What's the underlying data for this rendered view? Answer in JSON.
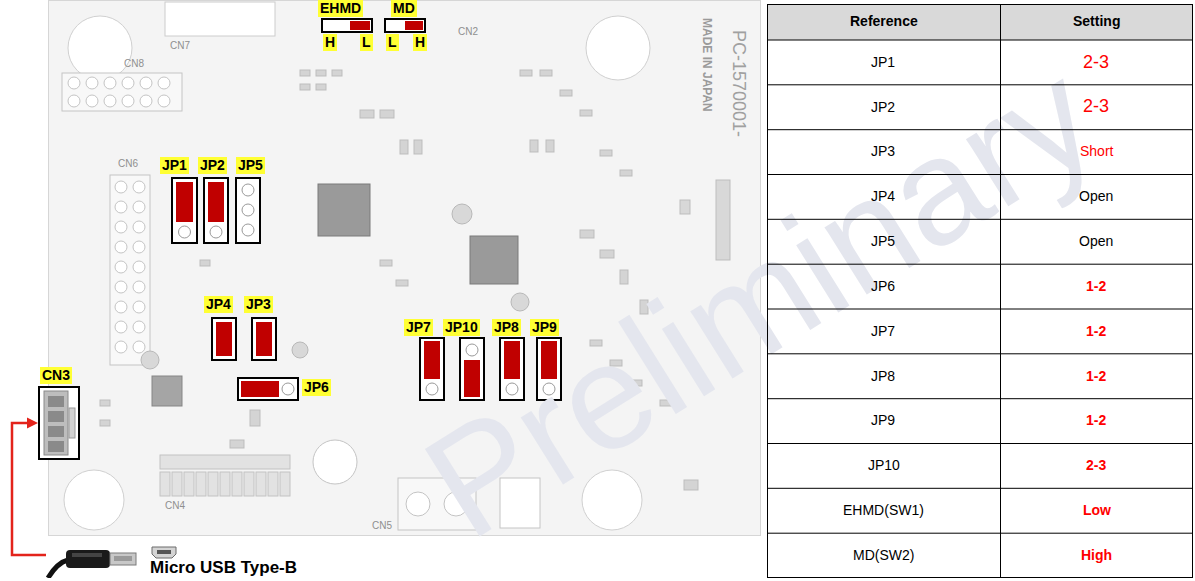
{
  "diagram": {
    "nodes": [
      {
        "text": [
          "CN3"
        ]
      },
      {
        "text": [
          "Micro USB Type-B"
        ]
      }
    ],
    "edges": [
      {
        "from": 1,
        "to": 0,
        "arrow": "to"
      }
    ],
    "labels": [
      "EHMD",
      "MD",
      "H",
      "L",
      "L",
      "H",
      "JP1",
      "JP2",
      "JP5",
      "JP4",
      "JP3",
      "JP6",
      "JP7",
      "JP10",
      "JP8",
      "JP9",
      "MADE IN JAPAN",
      "PC-1570001-",
      "CN7",
      "CN8",
      "CN6",
      "CN5",
      "CN4",
      "CN2",
      "Reference",
      "Setting",
      "JP1",
      "2-3",
      "JP2",
      "2-3",
      "JP3",
      "Short",
      "JP4",
      "Open",
      "JP5",
      "Open",
      "JP6",
      "1-2",
      "JP7",
      "1-2",
      "JP8",
      "1-2",
      "JP9",
      "1-2",
      "JP10",
      "2-3",
      "EHMD(SW1)",
      "Low",
      "MD(SW2)",
      "High",
      "Preliminary"
    ]
  }
}
